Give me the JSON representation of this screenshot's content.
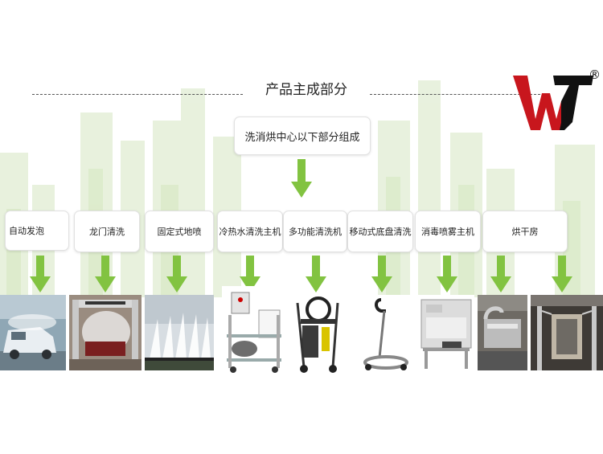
{
  "title": "产品主成部分",
  "center_label": "洗消烘中心以下部分组成",
  "logo": {
    "registered": "®",
    "colors": {
      "red": "#c8161d",
      "black": "#111111"
    }
  },
  "components": [
    {
      "label": "自动发泡"
    },
    {
      "label": "龙门清洗"
    },
    {
      "label": "固定式地喷"
    },
    {
      "label": "冷热水清洗主机"
    },
    {
      "label": "多功能清洗机"
    },
    {
      "label": "移动式底盘清洗"
    },
    {
      "label": "消毒喷雾主机"
    },
    {
      "label": "烘干房"
    }
  ],
  "arrow_color": "#82c341",
  "background_tint": "#e8f2dc"
}
